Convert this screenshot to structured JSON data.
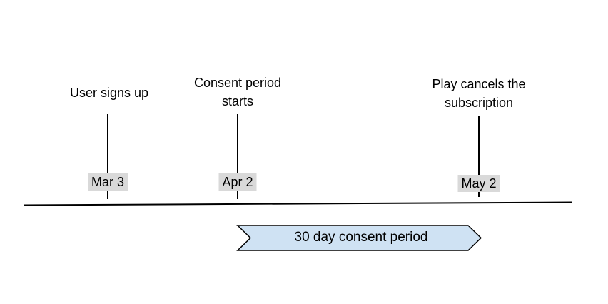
{
  "colors": {
    "background": "#ffffff",
    "text-color": "#000000",
    "line-color": "#000000",
    "chip-bg": "#d9d9d9",
    "banner-fill": "#cfe2f3",
    "banner-border": "#000000"
  },
  "timeline": {
    "events": [
      {
        "label": "User signs up",
        "date": "Mar 3"
      },
      {
        "label": "Consent period starts",
        "date": "Apr 2"
      },
      {
        "label": "Play cancels the subscription",
        "date": "May 2"
      }
    ],
    "period_banner": {
      "label": "30 day consent period"
    }
  }
}
